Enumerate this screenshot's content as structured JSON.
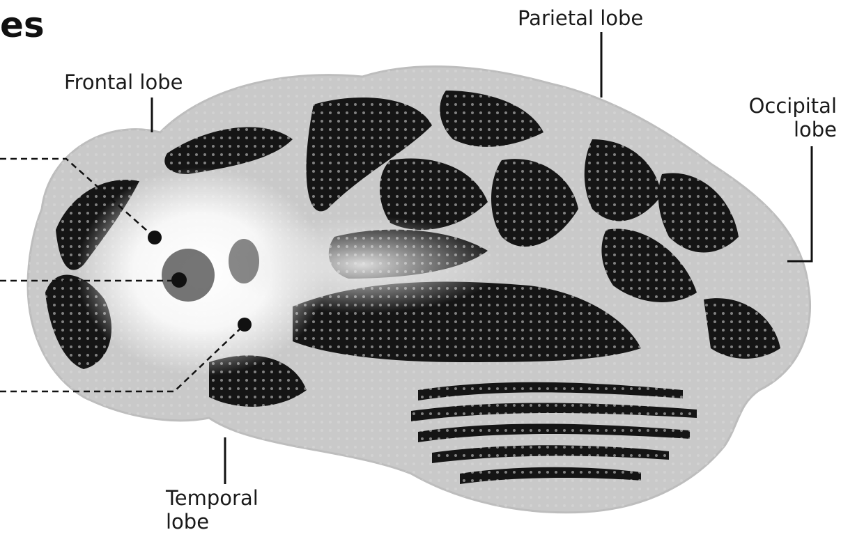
{
  "heading_fragment": "es",
  "labels": {
    "frontal": "Frontal lobe",
    "parietal": "Parietal lobe",
    "occipital_line1": "Occipital",
    "occipital_line2": "lobe",
    "temporal_line1": "Temporal",
    "temporal_line2": "lobe"
  },
  "colors": {
    "brain_fill": "#cfcfcf",
    "sulci": "#111111",
    "highlight": "#ffffff",
    "text": "#1a1a1a"
  },
  "markers": [
    "frontal-area-dot",
    "central-area-dot",
    "temporal-area-dot"
  ]
}
